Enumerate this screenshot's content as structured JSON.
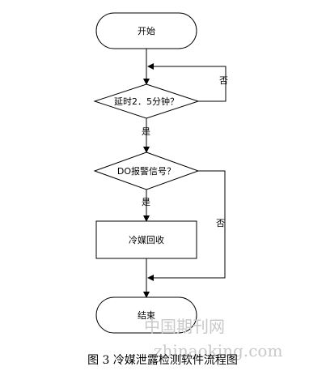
{
  "nodes": {
    "start": "开始",
    "delay": "延时2．5分钟？",
    "do_alarm": "DO报警信号？",
    "recover": "冷媒回收",
    "end": "结束"
  },
  "edges": {
    "delay_no": "否",
    "delay_yes": "是",
    "alarm_yes": "是",
    "alarm_no": "否"
  },
  "caption": "图 3  冷媒泄露检测软件流程图",
  "watermark": {
    "cn": "中国期刊网",
    "url": "zhinaoking.com"
  }
}
